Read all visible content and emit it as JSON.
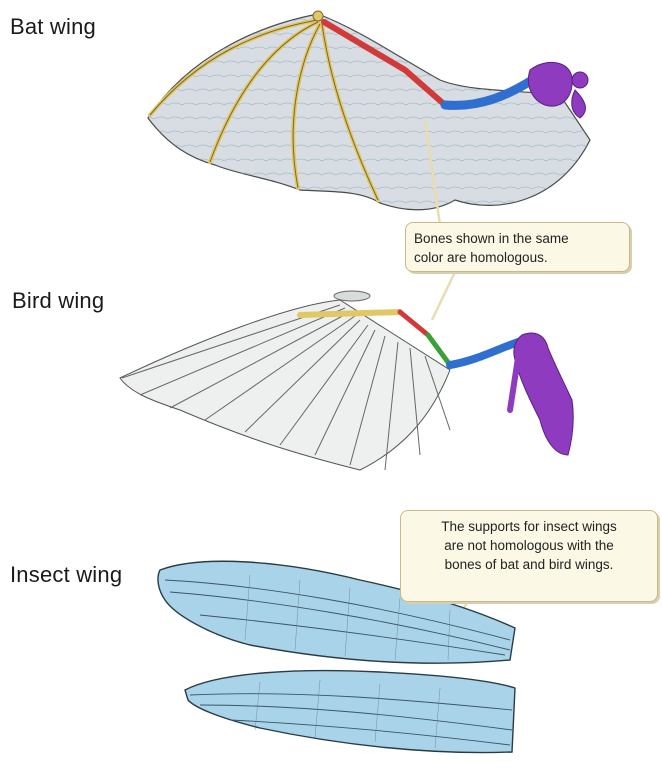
{
  "labels": {
    "bat": "Bat wing",
    "bird": "Bird wing",
    "insect": "Insect wing"
  },
  "callouts": {
    "homologous": {
      "line1": "Bones shown in the same",
      "line2": "color are homologous."
    },
    "insect": {
      "line1": "The supports for insect wings",
      "line2": "are not homologous with the",
      "line3": "bones of bat and bird wings."
    }
  },
  "colors": {
    "humerus": "#2f6fd0",
    "shoulder": "#8e3bbf",
    "radius_ulna": "#d23a3a",
    "wrist": "#3aa13a",
    "digits": "#e2c765",
    "membrane": "#d6dee3",
    "insect_wing": "#a9d3e8"
  }
}
